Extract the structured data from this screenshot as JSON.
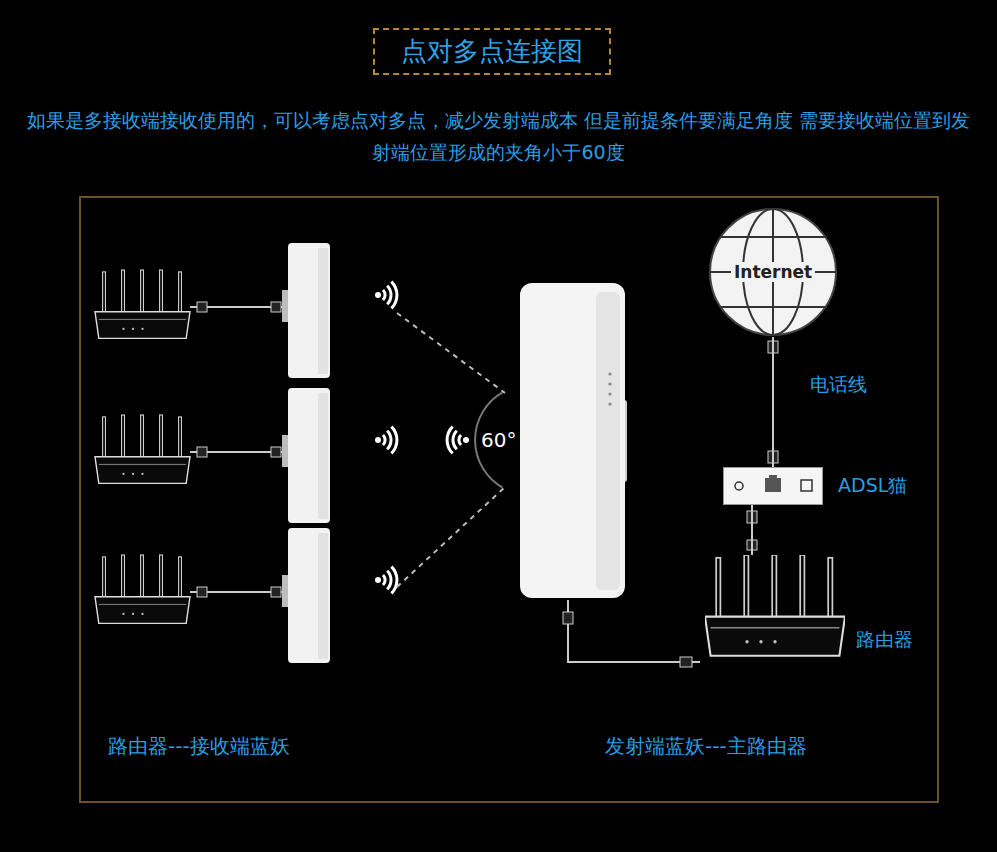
{
  "diagram": {
    "title": "点对多点连接图",
    "nodes": [
      {
        "text": [
          "Internet"
        ]
      },
      {
        "text": [
          "ADSL猫"
        ]
      },
      {
        "text": [
          "路由器"
        ]
      }
    ],
    "edges": [
      {
        "from": 0,
        "to": 1,
        "arrow": "none",
        "label": "电话线"
      },
      {
        "from": 1,
        "to": 2,
        "arrow": "none"
      }
    ],
    "labels": [
      "如果是多接收端接收使用的，可以考虑点对多点，减少发射端成本 但是前提条件要满足角度 需要接收端位置到发射端位置形成的夹角小于60度",
      "60°",
      "路由器---接收端蓝妖",
      "发射端蓝妖---主路由器"
    ]
  }
}
